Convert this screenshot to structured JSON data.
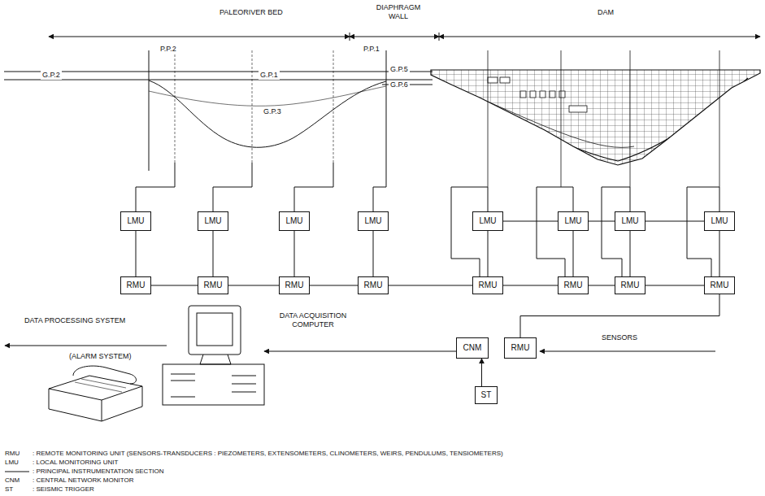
{
  "diagram": {
    "nodes": [
      {
        "text": [
          "LMU"
        ]
      },
      {
        "text": [
          "LMU"
        ]
      },
      {
        "text": [
          "LMU"
        ]
      },
      {
        "text": [
          "LMU"
        ]
      },
      {
        "text": [
          "LMU"
        ]
      },
      {
        "text": [
          "LMU"
        ]
      },
      {
        "text": [
          "LMU"
        ]
      },
      {
        "text": [
          "LMU"
        ]
      },
      {
        "text": [
          "RMU"
        ]
      },
      {
        "text": [
          "RMU"
        ]
      },
      {
        "text": [
          "RMU"
        ]
      },
      {
        "text": [
          "RMU"
        ]
      },
      {
        "text": [
          "RMU"
        ]
      },
      {
        "text": [
          "RMU"
        ]
      },
      {
        "text": [
          "RMU"
        ]
      },
      {
        "text": [
          "RMU"
        ]
      },
      {
        "text": [
          "CNM"
        ]
      },
      {
        "text": [
          "RMU"
        ]
      },
      {
        "text": [
          "ST"
        ]
      }
    ],
    "edges": [
      {
        "from": 0,
        "to": 8,
        "arrow": "none"
      },
      {
        "from": 1,
        "to": 9,
        "arrow": "none"
      },
      {
        "from": 2,
        "to": 10,
        "arrow": "none"
      },
      {
        "from": 3,
        "to": 11,
        "arrow": "none"
      },
      {
        "from": 4,
        "to": 5,
        "arrow": "none"
      },
      {
        "from": 5,
        "to": 6,
        "arrow": "none"
      },
      {
        "from": 6,
        "to": 7,
        "arrow": "none"
      },
      {
        "from": 4,
        "to": 12,
        "arrow": "none"
      },
      {
        "from": 5,
        "to": 13,
        "arrow": "none"
      },
      {
        "from": 6,
        "to": 14,
        "arrow": "none"
      },
      {
        "from": 7,
        "to": 15,
        "arrow": "none"
      },
      {
        "from": 8,
        "to": 9,
        "arrow": "none"
      },
      {
        "from": 9,
        "to": 10,
        "arrow": "none"
      },
      {
        "from": 10,
        "to": 11,
        "arrow": "none"
      },
      {
        "from": 11,
        "to": 12,
        "arrow": "none"
      },
      {
        "from": 12,
        "to": 13,
        "arrow": "none"
      },
      {
        "from": 13,
        "to": 14,
        "arrow": "none"
      },
      {
        "from": 14,
        "to": 15,
        "arrow": "none"
      },
      {
        "from": 15,
        "to": 17,
        "arrow": "none"
      },
      {
        "from": 18,
        "to": 16,
        "arrow": "to"
      }
    ],
    "labels": [
      "PALEORIVER BED",
      "DIAPHRAGM WALL",
      "DAM",
      "P.P.2",
      "P.P.1",
      "G.P.2",
      "G.P.1",
      "G.P.5",
      "G.P.6",
      "G.P.3",
      "DATA PROCESSING SYSTEM",
      "(ALARM SYSTEM)",
      "DATA ACQUISITION COMPUTER",
      "SENSORS",
      "RMU",
      ": REMOTE MONITORING UNIT (SENSORS-TRANSDUCERS : PIEZOMETERS, EXTENSOMETERS, CLINOMETERS, WEIRS, PENDULUMS, TENSIOMETERS)",
      "LMU",
      ": LOCAL MONITORING UNIT",
      "CNM",
      ": CENTRAL NETWORK MONITOR",
      "ST",
      ": SEISMIC TRIGGER"
    ],
    "legend": [
      {
        "text": ": PRINCIPAL INSTRUMENTATION SECTION"
      }
    ]
  }
}
